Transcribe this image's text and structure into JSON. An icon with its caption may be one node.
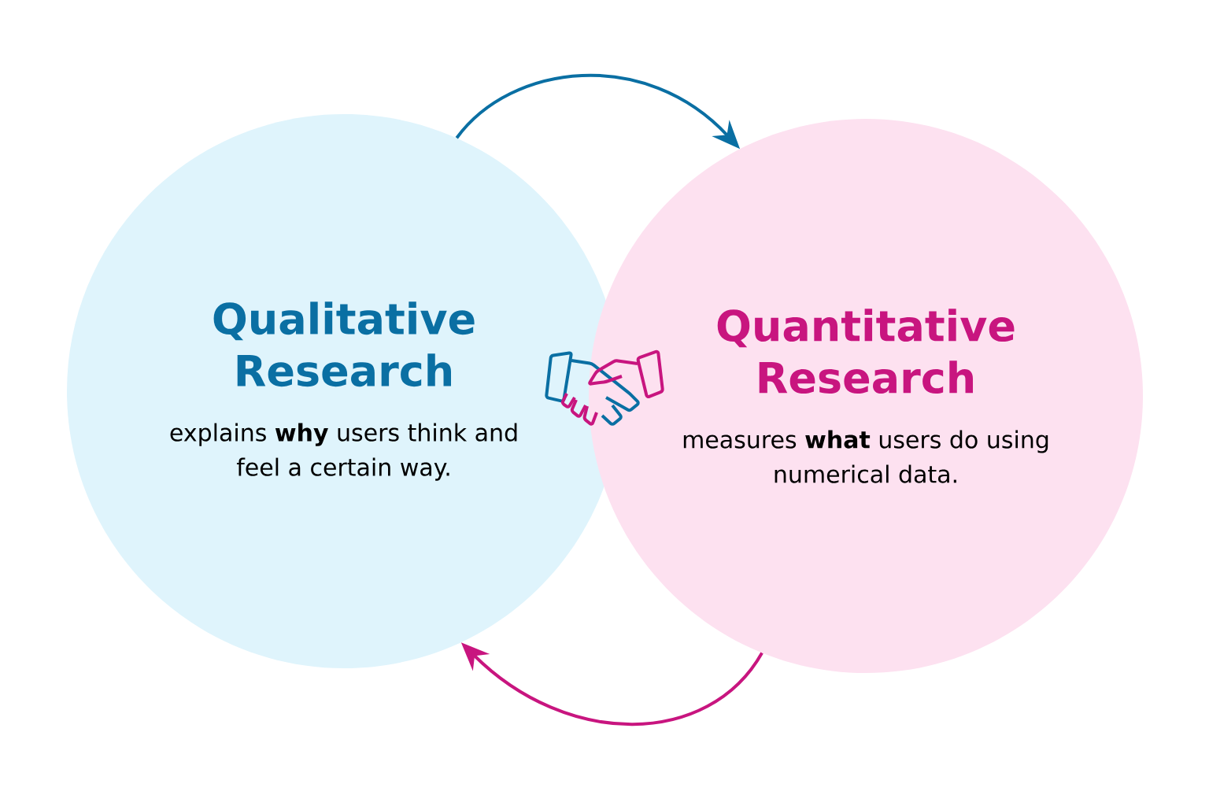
{
  "diagram": {
    "nodes": [
      {
        "text": [
          "Qualitative Research",
          "explains **why** users think and feel a certain way."
        ]
      },
      {
        "text": [
          "Quantitative Research",
          "measures **what** users do using numerical data."
        ]
      }
    ],
    "edges": [
      {
        "from": 0,
        "to": 1,
        "arrow": "to",
        "color": "#0a6fa3"
      },
      {
        "from": 1,
        "to": 0,
        "arrow": "to",
        "color": "#c8157f"
      }
    ]
  }
}
